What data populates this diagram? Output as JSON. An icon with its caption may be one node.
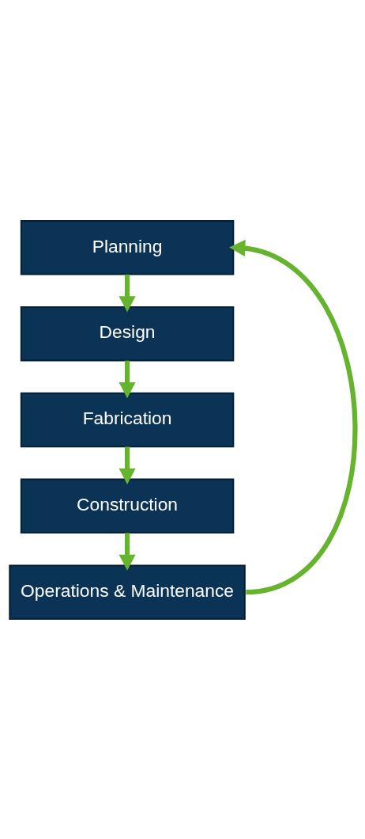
{
  "diagram": {
    "nodes": [
      {
        "text": [
          "Planning"
        ]
      },
      {
        "text": [
          "Design"
        ]
      },
      {
        "text": [
          "Fabrication"
        ]
      },
      {
        "text": [
          "Construction"
        ]
      },
      {
        "text": [
          "Operations & Maintenance"
        ]
      }
    ],
    "edges": [
      {
        "from": 0,
        "to": 1,
        "arrow": "to"
      },
      {
        "from": 1,
        "to": 2,
        "arrow": "to"
      },
      {
        "from": 2,
        "to": 3,
        "arrow": "to"
      },
      {
        "from": 3,
        "to": 4,
        "arrow": "to"
      },
      {
        "from": 4,
        "to": 0,
        "arrow": "to"
      }
    ]
  }
}
